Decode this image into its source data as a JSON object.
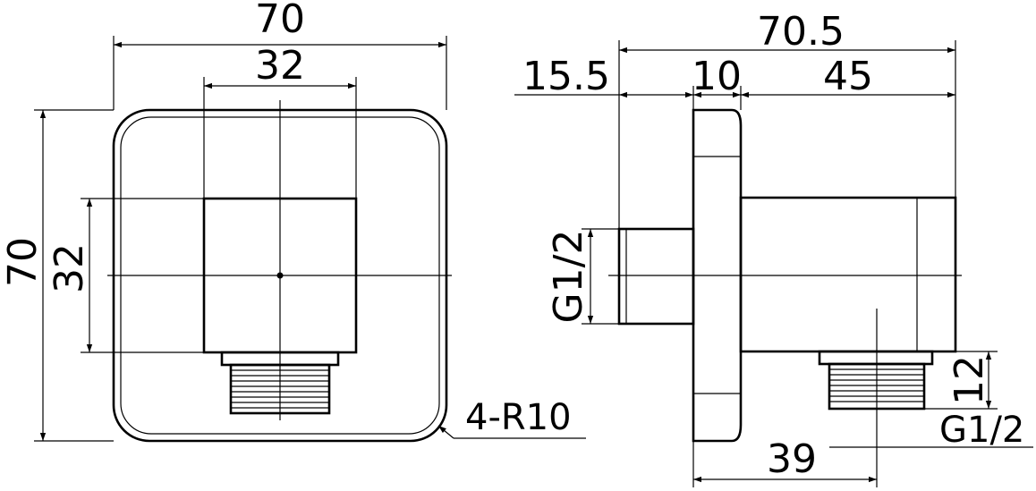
{
  "front_view": {
    "width_overall": "70",
    "width_inner": "32",
    "height_overall": "70",
    "height_inner": "32",
    "corner_callout": "4-R10"
  },
  "side_view": {
    "depth_overall": "70.5",
    "inlet_length": "15.5",
    "flange_thickness": "10",
    "body_length": "45",
    "inlet_thread": "G1/2",
    "outlet_height": "12",
    "outlet_thread": "G1/2",
    "outlet_offset": "39"
  }
}
